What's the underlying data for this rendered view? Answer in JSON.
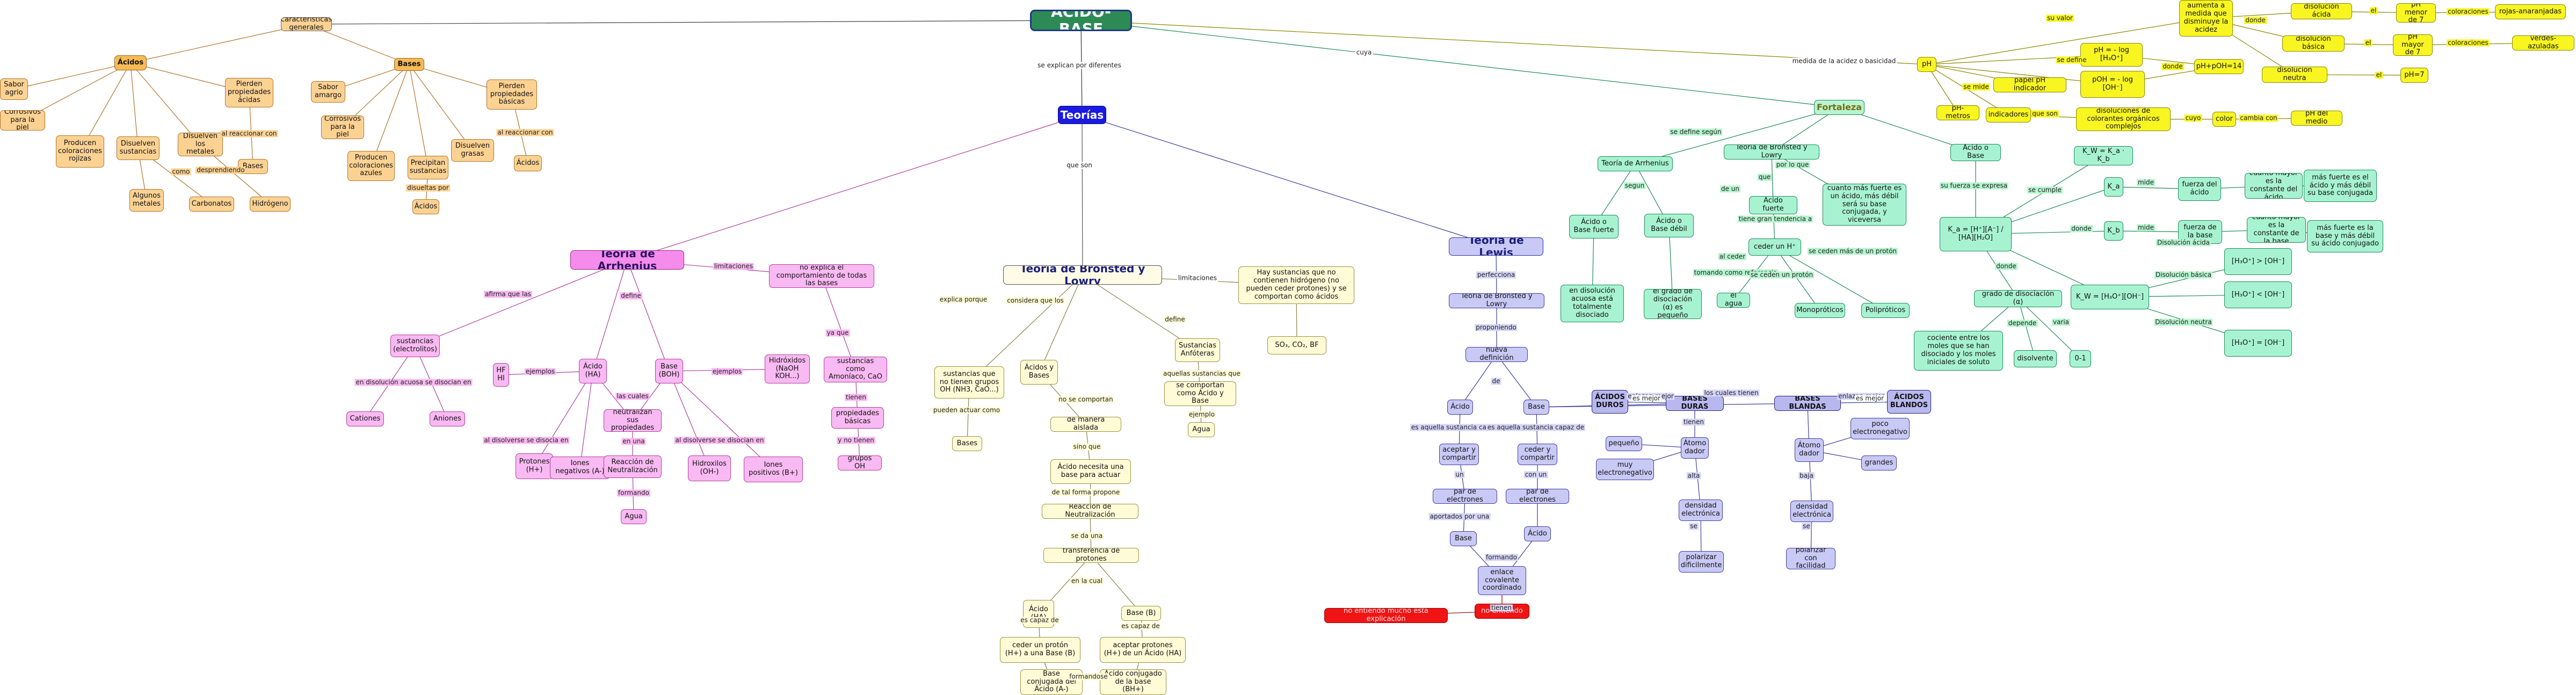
{
  "diagram": {
    "nodes": {
      "acido_base": "ÁCIDO-BASE",
      "caracteristicas": "características generales",
      "acidos": "Ácidos",
      "bases": "Bases",
      "sabor_agrio": "Sabor agrio",
      "corrosivos_piel_1": "Corrosivos para la piel",
      "producen_colores_rojizas": "Producen coloraciones rojizas",
      "disuelven_sustancias": "Disuelven sustancias",
      "disuelven_metales": "Disuelven los metales",
      "pierden_propiedades_acidas": "Pierden propiedades ácidas",
      "bases_small": "Bases",
      "algunos_metales": "Algunos metales",
      "carbonatos": "Carbonatos",
      "hidrogeno": "Hidrógeno",
      "sabor_amargo": "Sabor amargo",
      "corrosivos_piel_2": "Corrosivos para la piel",
      "producen_colores_azules": "Producen coloraciones azules",
      "precipitan_sustancias": "Precipitan sustancias",
      "disuelven_grasas": "Disuelven grasas",
      "pierden_propiedades_basicas": "Pierden propiedades básicas",
      "acidos_small_1": "Ácidos",
      "acidos_small_2": "Ácidos",
      "teorias": "Teorías",
      "arrhenius": "Teoría de Arrhenius",
      "bronsted": "Teoría de Bronsted y Lowry",
      "lewis": "Teoría de Lewis",
      "no_explica": "no explica el comportamiento de todas las bases",
      "sustancias_electrolitos": "sustancias (electrolitos)",
      "cationes": "Cationes",
      "aniones": "Aniones",
      "hf_hi": "HF HI",
      "acido_ha": "Ácido (HA)",
      "base_boh": "Base (BOH)",
      "hidroxidos": "Hidróxidos (NaOH KOH...)",
      "protones": "Protones (H+)",
      "iones_negativos": "Iones negativos (A-)",
      "neutralizan": "neutralizan sus propiedades",
      "reaccion_neutralizacion_1": "Reacción de Neutralización",
      "agua_1": "Agua",
      "hidroxilos": "Hidroxilos (OH-)",
      "iones_positivos": "Iones positivos (B+)",
      "sustancias_amoniaco": "sustancias como Amoníaco, CaO",
      "propiedades_basicas": "propiedades básicas",
      "grupos_oh": "grupos OH",
      "sustancias_no_tienen": "sustancias que no tienen grupos OH (NH3, CaO...)",
      "bases_small_2": "Bases",
      "acidos_y_bases": "Ácidos y Bases",
      "de_manera_aislada": "de manera aislada",
      "acido_necesita": "Ácido necesita una base para actuar",
      "reaccion_neutralizacion_2": "Reacción de Neutralización",
      "transferencia_protones": "transferencia de protones",
      "acido_ha_2": "Ácido (HA)",
      "base_b": "Base (B)",
      "ceder_proton": "ceder un protón (H+) a una Base (B)",
      "aceptar_protones": "aceptar protones (H+) de un Ácido (HA)",
      "base_conjugada": "Base conjugada del Ácido (A-)",
      "acido_conjugado": "Ácido conjugado de la base (BH+)",
      "hay_sustancias": "Hay sustancias que no contienen hidrógeno (no pueden ceder protones) y se comportan como ácidos",
      "so3_co2_bf": "SO₃, CO₂, BF",
      "sustancias_anfoteras": "Sustancias Anfóteras",
      "se_comportan_como": "se comportan como Ácido y Base",
      "agua_2": "Agua",
      "lewis_tb": "Teoría de Bronsted y Lowry",
      "nueva_definicion": "nueva definición",
      "acido_lewis": "Ácido",
      "base_lewis": "Base",
      "aceptar_compartir": "aceptar y compartir",
      "par_electrones_1": "par de electrones",
      "base_lewis_2": "Base",
      "ceder_compartir": "ceder y compartir",
      "par_electrones_2": "par de electrones",
      "acido_lewis_2": "Ácido",
      "enlace_coordinado": "enlace covalente coordinado",
      "no_entiendo": "no entiendo mucho esta explicación",
      "no_entiendo_2": "no entiendo",
      "acidos_duros": "ÁCIDOS DUROS",
      "bases_duras": "BASES DURAS",
      "bases_blandas": "BASES BLANDAS",
      "acidos_blandos": "ÁCIDOS BLANDOS",
      "pequeno": "pequeño",
      "muy_electronegativo": "muy electronegativo",
      "atomo_dador_1": "Átomo dador",
      "densidad_electronica_1": "densidad electrónica",
      "polarizar_dificilmente": "polarizar dificilmente",
      "atomo_dador_2": "Átomo dador",
      "poco_electronegativo": "poco electronegativo",
      "grandes": "grandes",
      "densidad_electronica_2": "densidad electrónica",
      "polarizar_facilidad": "polarizar con facilidad",
      "fortaleza": "Fortaleza",
      "teoria_arrhenius_small": "Teoría de Arrhenius",
      "teoria_bronsted_small": "Teoría de Bronsted y Lowry",
      "acido_base_fuerte": "Ácido o Base fuerte",
      "acido_base_debil": "Ácido o Base débil",
      "en_disolucion_acuosa": "en disolución acuosa está totalmente disociado",
      "grado_disociacion_pequeno": "el grado de disociación (α) es pequeño",
      "acido_fuerte": "Ácido fuerte",
      "ceder_un_h": "ceder un H⁺",
      "cuanto_mas_fuerte": "cuanto más fuerte es un ácido, más débil será su base conjugada, y viceversa",
      "el_agua": "el agua",
      "monoproticos": "Monopróticos",
      "polipr": "Polipróticos",
      "acido_o_base": "Ácido o Base",
      "kw_expr": "K_W = K_a · K_b",
      "ka": "K_a",
      "kb": "K_b",
      "ka_frac": "K_a = [H⁺][A⁻] / [HA][H₂O]",
      "fuerza_acido": "fuerza del ácido",
      "fuerza_base": "fuerza de la base",
      "cuanto_mayor_acido": "cuanto mayor es la constante del ácido",
      "cuanto_mayor_base": "cuanto mayor es la constante de la base",
      "mas_fuerte_acido": "más fuerte es el ácido y más débil su base conjugada",
      "mas_fuerte_base": "más fuerte es la base y más débil su ácido conjugado",
      "grado_disociacion": "grado de disociación (α)",
      "cociente_moles": "cociente entre los moles que se han disociado y los moles iniciales de soluto",
      "disolvente": "disolvente",
      "cero_uno": "0-1",
      "kw_h3o": "K_W = [H₃O⁺][OH⁻]",
      "h3o_oh_acido": "[H₃O⁺] > [OH⁻]",
      "h3o_oh_basica": "[H₃O⁺] < [OH⁻]",
      "h3o_oh_neutra": "[H₃O⁺] = [OH⁻]",
      "ph": "pH",
      "ph_def": "pH = - log [H₃O⁺]",
      "poh_def": "pOH = - log [OH⁻]",
      "ph_poh_14": "pH+pOH=14",
      "papel_ph": "papel pH indicador",
      "ph_metros": "pH-metros",
      "indicadores": "indicadores",
      "disoluciones_colorantes": "disoluciones de colorantes orgánicos complejos",
      "color": "color",
      "ph_del_medio": "pH del medio",
      "aumenta_medida": "aumenta a medida que disminuye la acidez",
      "disolucion_acida": "disolución ácida",
      "disolucion_basica": "disolución básica",
      "disolucion_neutra": "disolución neutra",
      "ph_menor_7": "pH menor de 7",
      "ph_mayor_7": "pH mayor de 7",
      "ph_igual_7": "pH=7",
      "rojas_anaranjadas": "rojas-anaranjadas",
      "verdes_azuladas": "verdes-azuladas"
    },
    "edge_labels": {
      "se_explican_por": "se explican por diferentes",
      "que_son": "que son",
      "cuya": "cuya",
      "medida_acidez": "medida de la acidez o basicidad",
      "al_reaccionar_con_1": "al reaccionar con",
      "al_reaccionar_con_2": "al reaccionar con",
      "como": "como",
      "desprendiendo": "desprendiendo",
      "disueltas_por": "disueltas por",
      "afirma_que_las": "afirma que las",
      "en_disolucion_acuosa_lbl": "en disolución acuosa se disocian en",
      "limitaciones_1": "limitaciones",
      "limitaciones_2": "limitaciones",
      "define": "define",
      "ejemplos_1": "ejemplos",
      "ejemplos_2": "ejemplos",
      "al_disolverse_1": "al disolverse se disocia en",
      "al_disolverse_2": "al disolverse se disocian en",
      "las_cuales": "las cuales",
      "en_una": "en una",
      "formando": "formando",
      "ya_que": "ya que",
      "tienen": "tienen",
      "y_no_tienen": "y no tienen",
      "explica_porque": "explica porque",
      "pueden_actuar_como": "pueden actuar como",
      "considera_que_los": "considera que los",
      "no_se_comportan": "no se comportan",
      "sino_que": "sino que",
      "de_tal_forma": "de tal forma propone",
      "se_da_una": "se da una",
      "en_la_cual": "en la cual",
      "es_capaz_de_1": "es capaz de",
      "es_capaz_de_2": "es capaz de",
      "formandose": "formandose",
      "define_2": "define",
      "aquellas_sustancias": "aquellas sustancias que",
      "ejemplo": "ejemplo",
      "perfecciona": "perfecciona",
      "proponiendo": "proponiendo",
      "de": "de",
      "es_aquella_1": "es aquella sustancia capaz de",
      "es_aquella_2": "es aquella sustancia capaz de",
      "un": "un",
      "aportados_por_una": "aportados por una",
      "con_un": "con un",
      "formando_2": "formando",
      "tienen_lbl": "tienen",
      "los_cuales": "los cuales tienen",
      "enlazan_mejor_1": "enlazan mejor",
      "enlazan_mejor_2": "enlazan mejor",
      "tienen_2": "tienen",
      "alta": "alta",
      "baja": "baja",
      "se": "se",
      "se_2": "se",
      "se_define_segun": "se define según",
      "de_un": "de un",
      "segun": "segun",
      "por_lo_que": "por lo que",
      "que": "que",
      "tiene_gran_tendencia": "tiene gran tendencia a",
      "tomando_como_referencia": "tomando como referencia",
      "al_ceder": "al ceder",
      "se_ceden_mas": "se ceden más de un protón",
      "se_ceden_un": "se ceden un protón",
      "su_fuerza_expresa": "su fuerza se expresa",
      "se_cumple": "se cumple",
      "donde": "donde",
      "mide": "mide",
      "mide_2": "mide",
      "donde_2": "donde",
      "depende": "depende",
      "varia": "varia",
      "disolucion_acida_lbl": "Disolución ácida",
      "disolucion_basica_lbl": "Disolución básica",
      "disolucion_neutra_lbl": "Disolución neutra",
      "se_define": "se define",
      "se_mide": "se mide",
      "donde_3": "donde",
      "que_son_2": "que son",
      "cuyo": "cuyo",
      "cambia_con": "cambia con",
      "su_valor": "su valor",
      "donde_4": "donde",
      "el": "el",
      "el_2": "el",
      "el_3": "el",
      "coloraciones_1": "coloraciones",
      "coloraciones_2": "coloraciones",
      "es_mejor_1": "es mejor",
      "es_mejor_2": "es mejor"
    }
  }
}
